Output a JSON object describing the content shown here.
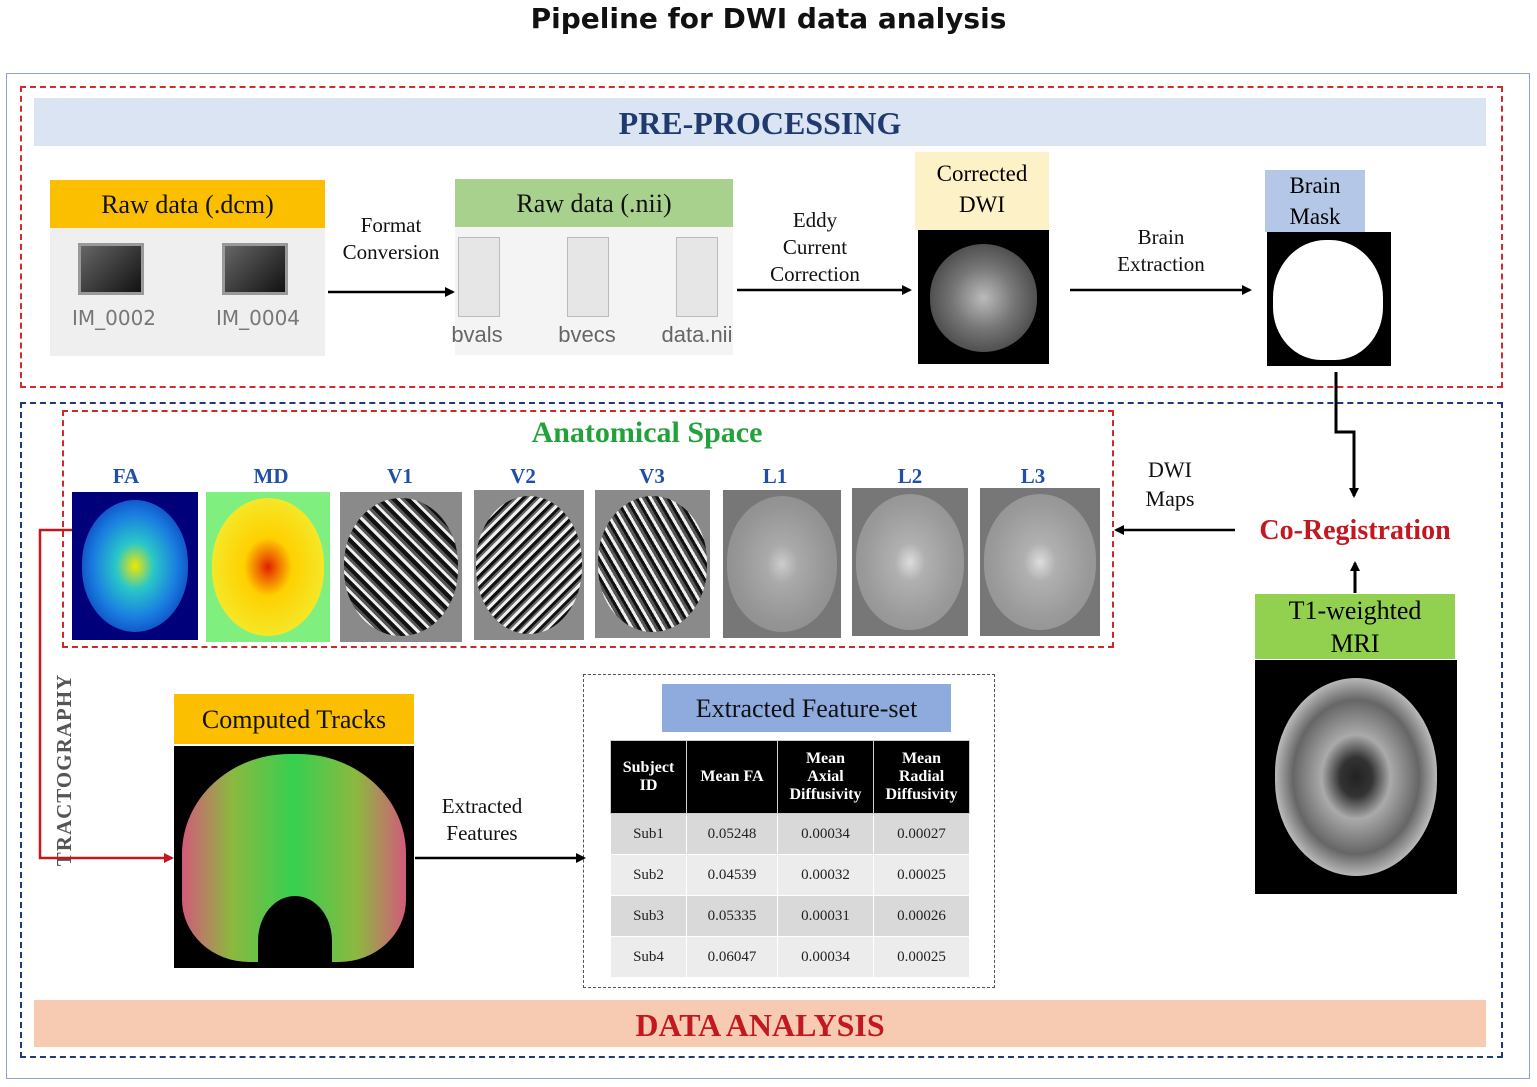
{
  "title": "Pipeline for DWI data analysis",
  "preprocessing": {
    "band": "PRE-PROCESSING",
    "raw_dcm": {
      "header": "Raw data (.dcm)",
      "files": [
        "IM_0002",
        "IM_0004"
      ]
    },
    "format_conversion": [
      "Format",
      "Conversion"
    ],
    "raw_nii": {
      "header": "Raw data (.nii)",
      "files": [
        "bvals",
        "bvecs",
        "data.nii"
      ]
    },
    "eddy": [
      "Eddy",
      "Current",
      "Correction"
    ],
    "corrected": [
      "Corrected",
      "DWI"
    ],
    "brain_extraction": [
      "Brain",
      "Extraction"
    ],
    "brain_mask": [
      "Brain",
      "Mask"
    ]
  },
  "anatomical": {
    "title": "Anatomical Space",
    "maps": [
      "FA",
      "MD",
      "V1",
      "V2",
      "V3",
      "L1",
      "L2",
      "L3"
    ],
    "dwi_maps": [
      "DWI",
      "Maps"
    ]
  },
  "coregistration": "Co-Registration",
  "t1": [
    "T1-weighted",
    "MRI"
  ],
  "tractography": "TRACTOGRAPHY",
  "tracks": "Computed Tracks",
  "extracted_features": [
    "Extracted",
    "Features"
  ],
  "feature_set": {
    "header": "Extracted Feature-set",
    "columns": [
      [
        "Subject",
        "ID"
      ],
      [
        "Mean FA"
      ],
      [
        "Mean",
        "Axial",
        "Diffusivity"
      ],
      [
        "Mean",
        "Radial",
        "Diffusivity"
      ]
    ],
    "rows": [
      [
        "Sub1",
        "0.05248",
        "0.00034",
        "0.00027"
      ],
      [
        "Sub2",
        "0.04539",
        "0.00032",
        "0.00025"
      ],
      [
        "Sub3",
        "0.05335",
        "0.00031",
        "0.00026"
      ],
      [
        "Sub4",
        "0.06047",
        "0.00034",
        "0.00025"
      ]
    ]
  },
  "data_analysis": "DATA ANALYSIS",
  "colors": {
    "orange_header": "#fcbf00",
    "green_header": "#a9d18e",
    "cream_header": "#fdf1c8",
    "blue_header": "#b4c7e7",
    "t1_header": "#92d050",
    "feature_header": "#8faadc",
    "co_reg": "#c3181f"
  }
}
